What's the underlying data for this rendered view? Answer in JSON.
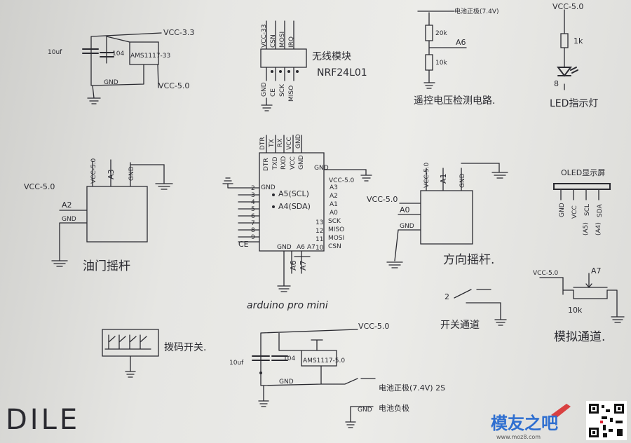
{
  "power_33": {
    "vcc_label": "VCC-3.3",
    "cap1": "10uf",
    "cap2": "104",
    "chip": "AMS1117-33",
    "gnd": "GND",
    "vin": "VCC-5.0"
  },
  "nrf": {
    "top_pins": [
      "VCC-33",
      "CSN",
      "MOSI",
      "IRQ"
    ],
    "bottom_pins": [
      "GND",
      "CE",
      "SCK",
      "MISO"
    ],
    "title": "无线模块",
    "model": "NRF24L01"
  },
  "battery_detect": {
    "battery_label": "电池正极(7.4V)",
    "r1": "20k",
    "node": "A6",
    "r2": "10k",
    "title": "遥控电压检测电路."
  },
  "led": {
    "vcc": "VCC-5.0",
    "r": "1k",
    "pin": "8",
    "title": "LED指示灯"
  },
  "throttle": {
    "pins": [
      "VCC-5.0",
      "A3",
      "GND"
    ],
    "vcc": "VCC-5.0",
    "a2": "A2",
    "gnd": "GND",
    "title": "油门摇杆"
  },
  "arduino": {
    "header": [
      "DTR",
      "TX",
      "RX",
      "VCC",
      "GND"
    ],
    "inner_top": [
      "DTR",
      "TXD",
      "RXD",
      "VCC",
      "GND"
    ],
    "right_gnd": "GND",
    "right_vcc": "VCC-5.0",
    "right_pins": [
      "A3",
      "A2",
      "A1",
      "A0",
      "SCK",
      "MISO",
      "MOSI",
      "CSN"
    ],
    "right_nums": [
      "13",
      "12",
      "11",
      "10"
    ],
    "left_nums": [
      "2",
      "3",
      "4",
      "5",
      "6",
      "7",
      "8",
      "9"
    ],
    "left_gnd": "GND",
    "left_ce": "CE",
    "a5": "A5(SCL)",
    "a4": "A4(SDA)",
    "bottom": [
      "GND",
      "A6",
      "A7"
    ],
    "ext": [
      "A6",
      "A7"
    ],
    "title": "arduino pro mini"
  },
  "steering": {
    "pins": [
      "VCC-5.0",
      "A1",
      "GND"
    ],
    "vcc": "VCC-5.0",
    "a0": "A0",
    "gnd": "GND",
    "title": "方向摇杆."
  },
  "oled": {
    "title": "OLED显示屏",
    "pins": [
      "GND",
      "VCC",
      "SCL",
      "SDA"
    ],
    "sub": [
      "(A5)",
      "(A4)"
    ]
  },
  "switch2": {
    "pin": "2",
    "title": "开关通道"
  },
  "analog": {
    "vcc": "VCC-5.0",
    "pin": "A7",
    "r": "10k",
    "title": "模拟通道."
  },
  "dip": {
    "title": "拨码开关."
  },
  "power_50": {
    "vcc": "VCC-5.0",
    "cap1": "10uf",
    "cap2": "104",
    "chip": "AMS1117-5.0",
    "gnd": "GND",
    "battery_pos": "电池正极(7.4V) 2S",
    "gnd2": "GND",
    "battery_neg": "电池负极"
  },
  "signature": "DILE",
  "watermark": {
    "logo": "模友之吧",
    "url": "www.moz8.com"
  }
}
